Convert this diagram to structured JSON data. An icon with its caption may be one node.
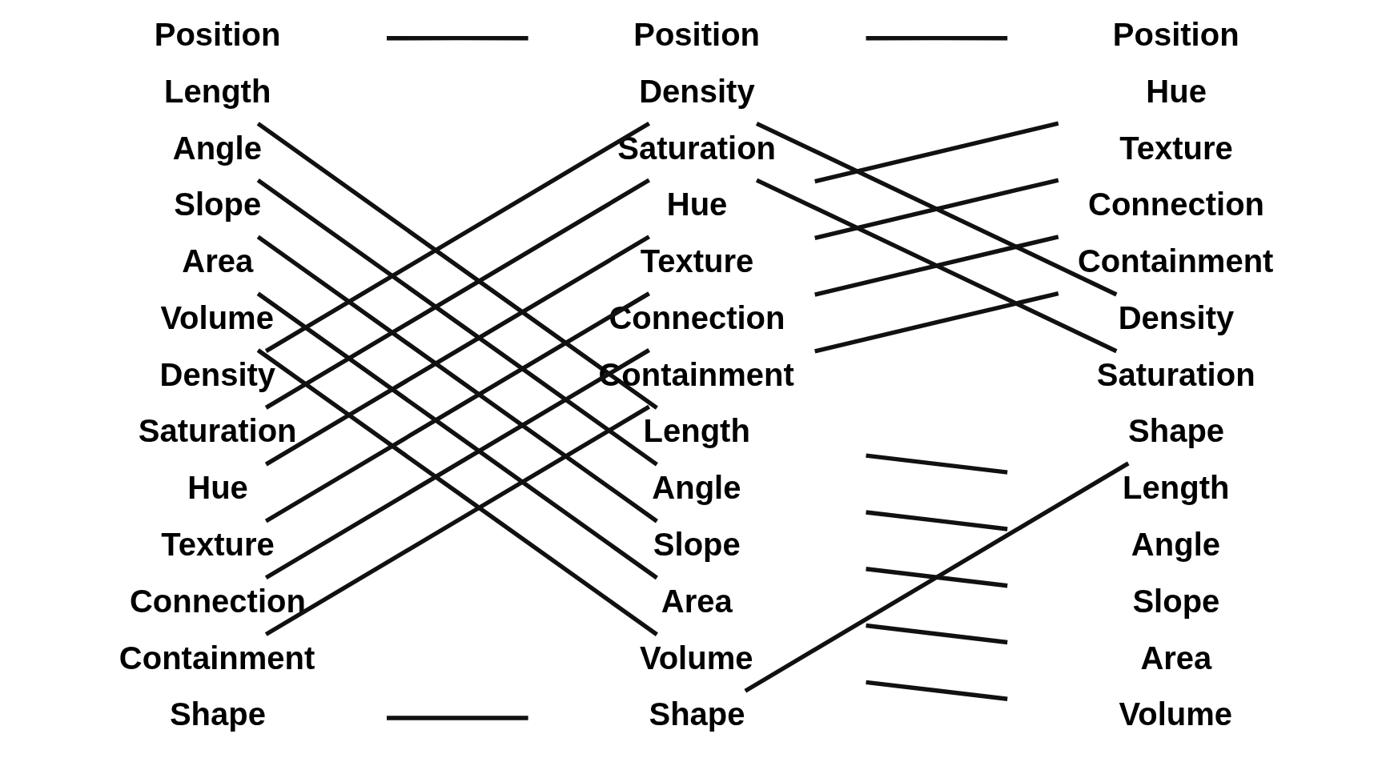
{
  "diagram": {
    "nodes": [
      {
        "text": [
          "Position"
        ]
      },
      {
        "text": [
          "Length"
        ]
      },
      {
        "text": [
          "Angle"
        ]
      },
      {
        "text": [
          "Slope"
        ]
      },
      {
        "text": [
          "Area"
        ]
      },
      {
        "text": [
          "Volume"
        ]
      },
      {
        "text": [
          "Density"
        ]
      },
      {
        "text": [
          "Saturation"
        ]
      },
      {
        "text": [
          "Hue"
        ]
      },
      {
        "text": [
          "Texture"
        ]
      },
      {
        "text": [
          "Connection"
        ]
      },
      {
        "text": [
          "Containment"
        ]
      },
      {
        "text": [
          "Shape"
        ]
      },
      {
        "text": [
          "Position"
        ]
      },
      {
        "text": [
          "Density"
        ]
      },
      {
        "text": [
          "Saturation"
        ]
      },
      {
        "text": [
          "Hue"
        ]
      },
      {
        "text": [
          "Texture"
        ]
      },
      {
        "text": [
          "Connection"
        ]
      },
      {
        "text": [
          "Containment"
        ]
      },
      {
        "text": [
          "Length"
        ]
      },
      {
        "text": [
          "Angle"
        ]
      },
      {
        "text": [
          "Slope"
        ]
      },
      {
        "text": [
          "Area"
        ]
      },
      {
        "text": [
          "Volume"
        ]
      },
      {
        "text": [
          "Shape"
        ]
      },
      {
        "text": [
          "Position"
        ]
      },
      {
        "text": [
          "Hue"
        ]
      },
      {
        "text": [
          "Texture"
        ]
      },
      {
        "text": [
          "Connection"
        ]
      },
      {
        "text": [
          "Containment"
        ]
      },
      {
        "text": [
          "Density"
        ]
      },
      {
        "text": [
          "Saturation"
        ]
      },
      {
        "text": [
          "Shape"
        ]
      },
      {
        "text": [
          "Length"
        ]
      },
      {
        "text": [
          "Angle"
        ]
      },
      {
        "text": [
          "Slope"
        ]
      },
      {
        "text": [
          "Area"
        ]
      },
      {
        "text": [
          "Volume"
        ]
      }
    ],
    "edges": [
      {
        "from": 0,
        "to": 13,
        "arrow": "none"
      },
      {
        "from": 1,
        "to": 20,
        "arrow": "none"
      },
      {
        "from": 2,
        "to": 21,
        "arrow": "none"
      },
      {
        "from": 3,
        "to": 22,
        "arrow": "none"
      },
      {
        "from": 4,
        "to": 23,
        "arrow": "none"
      },
      {
        "from": 5,
        "to": 24,
        "arrow": "none"
      },
      {
        "from": 6,
        "to": 14,
        "arrow": "none"
      },
      {
        "from": 7,
        "to": 15,
        "arrow": "none"
      },
      {
        "from": 8,
        "to": 16,
        "arrow": "none"
      },
      {
        "from": 9,
        "to": 17,
        "arrow": "none"
      },
      {
        "from": 10,
        "to": 18,
        "arrow": "none"
      },
      {
        "from": 11,
        "to": 19,
        "arrow": "none"
      },
      {
        "from": 12,
        "to": 25,
        "arrow": "none"
      },
      {
        "from": 13,
        "to": 26,
        "arrow": "none"
      },
      {
        "from": 14,
        "to": 31,
        "arrow": "none"
      },
      {
        "from": 15,
        "to": 32,
        "arrow": "none"
      },
      {
        "from": 16,
        "to": 27,
        "arrow": "none"
      },
      {
        "from": 17,
        "to": 28,
        "arrow": "none"
      },
      {
        "from": 18,
        "to": 29,
        "arrow": "none"
      },
      {
        "from": 19,
        "to": 30,
        "arrow": "none"
      },
      {
        "from": 20,
        "to": 34,
        "arrow": "none"
      },
      {
        "from": 21,
        "to": 35,
        "arrow": "none"
      },
      {
        "from": 22,
        "to": 36,
        "arrow": "none"
      },
      {
        "from": 23,
        "to": 37,
        "arrow": "none"
      },
      {
        "from": 24,
        "to": 38,
        "arrow": "none"
      },
      {
        "from": 25,
        "to": 33,
        "arrow": "none"
      }
    ]
  }
}
